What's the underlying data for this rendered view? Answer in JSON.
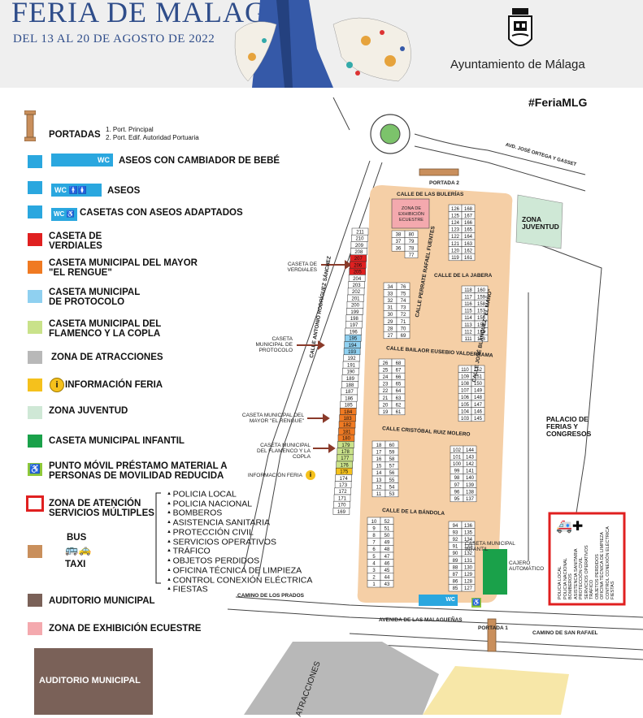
{
  "header": {
    "title": "FERIA DE MALAGA",
    "subtitle": "DEL 13 AL 20 DE AGOSTO DE 2022",
    "organizer": "Ayuntamiento de Málaga",
    "hashtag": "#FeriaMLG"
  },
  "legend": {
    "portadas": "PORTADAS",
    "portadas_items": [
      "1. Port. Principal",
      "2. Port. Edif. Autoridad Portuaria"
    ],
    "aseos_bebe": "ASEOS CON CAMBIADOR DE BEBÉ",
    "aseos": "ASEOS",
    "adaptados": "CASETAS CON ASEOS ADAPTADOS",
    "verdiales": "CASETA DE VERDIALES",
    "rengue": "CASETA MUNICIPAL DEL MAYOR \"EL RENGUE\"",
    "protocolo": "CASETA MUNICIPAL DE PROTOCOLO",
    "flamenco": "CASETA MUNICIPAL DEL FLAMENCO Y LA COPLA",
    "atracciones": "ZONA DE ATRACCIONES",
    "informacion": "INFORMACIÓN FERIA",
    "juventud": "ZONA JUVENTUD",
    "infantil": "CASETA MUNICIPAL INFANTIL",
    "punto_movil": "PUNTO MÓVIL PRÉSTAMO MATERIAL A PERSONAS DE MOVILIDAD REDUCIDA",
    "atencion": "ZONA DE ATENCIÓN SERVICIOS MÚLTIPLES",
    "bus": "BUS",
    "taxi": "TAXI",
    "auditorio": "AUDITORIO MUNICIPAL",
    "ecuestre": "ZONA DE EXHIBICIÓN ECUESTRE",
    "wc": "WC",
    "info_icon": "i"
  },
  "services": [
    "POLICIA LOCAL",
    "POLICIA NACIONAL",
    "BOMBEROS",
    "ASISTENCIA SANITARIA",
    "PROTECCIÓN CIVIL",
    "SERVICIOS OPERATIVOS",
    "TRÁFICO",
    "OBJETOS PERDIDOS",
    "OFICINA TÉCNICA DE LIMPIEZA",
    "CONTROL CONEXIÓN ELÉCTRICA",
    "FIESTAS"
  ],
  "map": {
    "streets": {
      "bulerias": "CALLE DE LAS BULERÍAS",
      "jabera": "CALLE DE LA JABERA",
      "bailaor": "CALLE BAILAOR EUSEBIO VALDERRAMA",
      "cristobal": "CALLE CRISTÓBAL RUIZ MOLERO",
      "bandola": "CALLE DE LA BÁNDOLA",
      "antonio": "CALLE ANTONIO RODRÍGUEZ SÁNCHEZ",
      "perrate": "CALLE PERRATE RAFAEL FUENTES",
      "jose": "CALLE JOSÉ BLÁNQUEZ \"EL MAÑO\"",
      "ortega": "AVD. JOSÉ ORTEGA Y GASSET",
      "prados": "CAMINO DE LOS PRADOS",
      "malaguenas": "AVENIDA DE LAS MALAGUEÑAS",
      "san_rafael": "CAMINO DE SAN RAFAEL"
    },
    "portada1": "PORTADA 1",
    "portada2": "PORTADA 2",
    "ecuestre_zone": "ZONA DE EXHIBICIÓN ECUESTRE",
    "zona_juventud": "ZONA JUVENTUD",
    "palacio": "PALACIO DE FERIAS Y CONGRESOS",
    "auditorio_big": "AUDITORIO MUNICIPAL",
    "atracciones": "ATRACCIONES",
    "callouts": {
      "verdiales": "CASETA DE VERDIALES",
      "protocolo": "CASETA MUNICIPAL DE PROTOCOLO",
      "rengue": "CASETA MUNICIPAL DEL MAYOR \"EL RENGUE\"",
      "flamenco": "CASETA MUNICIPAL DEL FLAMENCO Y LA COPLA",
      "info": "INFORMACIÓN FERIA",
      "infantil": "CASETA MUNICIPAL INFANTIL",
      "cajero": "CAJERO AUTOMÁTICO"
    },
    "left_column": [
      "211",
      "210",
      "209",
      "208",
      "207",
      "206",
      "205",
      "204",
      "203",
      "202",
      "201",
      "200",
      "199",
      "198",
      "197",
      "196",
      "195",
      "194",
      "193",
      "192",
      "191",
      "190",
      "189",
      "188",
      "187",
      "186",
      "185",
      "184",
      "183",
      "182",
      "181",
      "180",
      "179",
      "178",
      "177",
      "176",
      "175",
      "174",
      "173",
      "172",
      "171",
      "170",
      "169"
    ],
    "block_a": {
      "left": [
        "38",
        "37",
        "36"
      ],
      "right": [
        "80",
        "79",
        "78",
        "77"
      ]
    },
    "block_b": {
      "left": [
        "34",
        "33",
        "32",
        "31",
        "30",
        "29",
        "28",
        "27"
      ],
      "right": [
        "76",
        "75",
        "74",
        "73",
        "72",
        "71",
        "70",
        "69"
      ]
    },
    "block_c": {
      "left": [
        "26",
        "25",
        "24",
        "23",
        "22",
        "21",
        "20",
        "19"
      ],
      "right": [
        "68",
        "67",
        "66",
        "65",
        "64",
        "63",
        "62",
        "61"
      ]
    },
    "block_d": {
      "left": [
        "18",
        "17",
        "16",
        "15",
        "14",
        "13",
        "12",
        "11"
      ],
      "right": [
        "60",
        "59",
        "58",
        "57",
        "56",
        "55",
        "54",
        "53"
      ]
    },
    "block_e": {
      "left": [
        "10",
        "9",
        "8",
        "7",
        "6",
        "5",
        "4",
        "3",
        "2",
        "1"
      ],
      "right": [
        "52",
        "51",
        "50",
        "49",
        "48",
        "47",
        "46",
        "45",
        "44",
        "43"
      ]
    },
    "block_f": {
      "left": [
        "126",
        "125",
        "124",
        "123",
        "122",
        "121",
        "120",
        "119"
      ],
      "right": [
        "168",
        "167",
        "166",
        "165",
        "164",
        "163",
        "162",
        "161"
      ]
    },
    "block_g": {
      "left": [
        "118",
        "117",
        "116",
        "115",
        "114",
        "113",
        "112",
        "111"
      ],
      "right": [
        "160",
        "159",
        "158",
        "157",
        "156",
        "155",
        "154",
        "153"
      ]
    },
    "block_h": {
      "left": [
        "110",
        "109",
        "108",
        "107",
        "106",
        "105",
        "104",
        "103"
      ],
      "right": [
        "152",
        "151",
        "150",
        "149",
        "148",
        "147",
        "146",
        "145"
      ]
    },
    "block_i": {
      "left": [
        "102",
        "101",
        "100",
        "99",
        "98",
        "97",
        "96",
        "95"
      ],
      "right": [
        "144",
        "143",
        "142",
        "141",
        "140",
        "139",
        "138",
        "137"
      ]
    },
    "block_j": {
      "left": [
        "94",
        "93",
        "92",
        "91",
        "90",
        "89",
        "88",
        "87",
        "86",
        "85"
      ],
      "right": [
        "136",
        "135",
        "134",
        "133",
        "132",
        "131",
        "130",
        "129",
        "128",
        "127"
      ]
    },
    "box_services": [
      "POLICIA LOCAL",
      "POLICIA NACIONAL",
      "BOMBEROS",
      "ASISTENCIA SANITARIA",
      "PROTECCIÓN CIVIL",
      "SERVICIOS OPERATIVOS",
      "TRÁFICO",
      "OBJETOS PERDIDOS",
      "OFICINA TÉCNICA DE LIMPIEZA",
      "CONTROL CONEXIÓN ELÉCTRICA",
      "FIESTAS"
    ]
  },
  "colors": {
    "title": "#2f4d8a",
    "fairground": "#f5cfa6",
    "verdiales": "#e02020",
    "rengue": "#f07a22",
    "protocolo": "#8fd0f0",
    "flamenco": "#c9e28a",
    "atracciones": "#b8b8b8",
    "info": "#f5c11c",
    "juventud": "#cfe8d6",
    "infantil": "#1aa14a",
    "wc": "#2aa7df",
    "bus": "#c98f5c",
    "auditorio": "#7a6158",
    "ecuestre": "#f4a9ae"
  }
}
